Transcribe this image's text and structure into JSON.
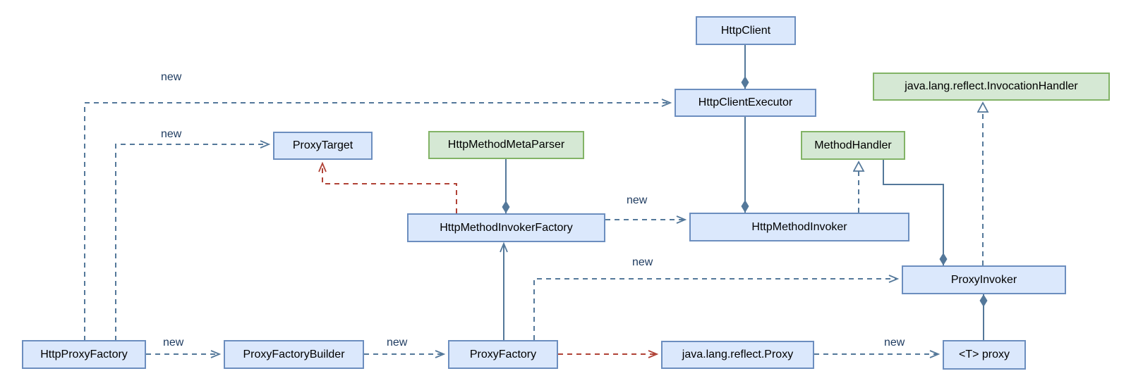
{
  "diagram": {
    "type": "uml-class-diagram",
    "colors": {
      "class_fill": "#dbe8fc",
      "class_border": "#6c8ebf",
      "interface_fill": "#d5e8d4",
      "interface_border": "#82b366",
      "edge_blue": "#54789a",
      "edge_red": "#b04236",
      "edge_label_text": "#1d3a5f",
      "node_text": "#000000",
      "background": "#ffffff"
    },
    "nodes": [
      {
        "id": "http-client",
        "label": "HttpClient",
        "kind": "class"
      },
      {
        "id": "http-client-executor",
        "label": "HttpClientExecutor",
        "kind": "class"
      },
      {
        "id": "invocation-handler",
        "label": "java.lang.reflect.InvocationHandler",
        "kind": "interface"
      },
      {
        "id": "proxy-target",
        "label": "ProxyTarget",
        "kind": "class"
      },
      {
        "id": "http-method-meta-parser",
        "label": "HttpMethodMetaParser",
        "kind": "interface"
      },
      {
        "id": "method-handler",
        "label": "MethodHandler",
        "kind": "interface"
      },
      {
        "id": "http-method-invoker-factory",
        "label": "HttpMethodInvokerFactory",
        "kind": "class"
      },
      {
        "id": "http-method-invoker",
        "label": "HttpMethodInvoker",
        "kind": "class"
      },
      {
        "id": "proxy-invoker",
        "label": "ProxyInvoker",
        "kind": "class"
      },
      {
        "id": "http-proxy-factory",
        "label": "HttpProxyFactory",
        "kind": "class"
      },
      {
        "id": "proxy-factory-builder",
        "label": "ProxyFactoryBuilder",
        "kind": "class"
      },
      {
        "id": "proxy-factory",
        "label": "ProxyFactory",
        "kind": "class"
      },
      {
        "id": "java-lang-reflect-proxy",
        "label": "java.lang.reflect.Proxy",
        "kind": "class"
      },
      {
        "id": "t-proxy",
        "label": "<T> proxy",
        "kind": "class"
      }
    ],
    "edges": [
      {
        "from": "HttpClient",
        "to": "HttpClientExecutor",
        "relation": "composition",
        "label": ""
      },
      {
        "from": "HttpClientExecutor",
        "to": "HttpMethodInvoker",
        "relation": "composition",
        "label": ""
      },
      {
        "from": "HttpProxyFactory",
        "to": "HttpClientExecutor",
        "relation": "dependency",
        "label": "new"
      },
      {
        "from": "HttpProxyFactory",
        "to": "ProxyTarget",
        "relation": "dependency",
        "label": "new"
      },
      {
        "from": "HttpMethodInvokerFactory",
        "to": "ProxyTarget",
        "relation": "dependency-red",
        "label": ""
      },
      {
        "from": "HttpMethodMetaParser",
        "to": "HttpMethodInvokerFactory",
        "relation": "composition",
        "label": ""
      },
      {
        "from": "HttpMethodInvokerFactory",
        "to": "HttpMethodInvoker",
        "relation": "dependency",
        "label": "new"
      },
      {
        "from": "ProxyFactory",
        "to": "HttpMethodInvokerFactory",
        "relation": "association",
        "label": ""
      },
      {
        "from": "HttpMethodInvoker",
        "to": "MethodHandler",
        "relation": "realization",
        "label": ""
      },
      {
        "from": "MethodHandler",
        "to": "ProxyInvoker",
        "relation": "composition",
        "label": ""
      },
      {
        "from": "ProxyInvoker",
        "to": "java.lang.reflect.InvocationHandler",
        "relation": "realization",
        "label": ""
      },
      {
        "from": "ProxyFactory",
        "to": "ProxyInvoker",
        "relation": "dependency",
        "label": "new"
      },
      {
        "from": "ProxyFactory",
        "to": "java.lang.reflect.Proxy",
        "relation": "dependency-red",
        "label": ""
      },
      {
        "from": "java.lang.reflect.Proxy",
        "to": "<T> proxy",
        "relation": "dependency",
        "label": "new"
      },
      {
        "from": "<T> proxy",
        "to": "ProxyInvoker",
        "relation": "composition",
        "label": ""
      },
      {
        "from": "HttpProxyFactory",
        "to": "ProxyFactoryBuilder",
        "relation": "dependency",
        "label": "new"
      },
      {
        "from": "ProxyFactoryBuilder",
        "to": "ProxyFactory",
        "relation": "dependency",
        "label": "new"
      }
    ]
  }
}
